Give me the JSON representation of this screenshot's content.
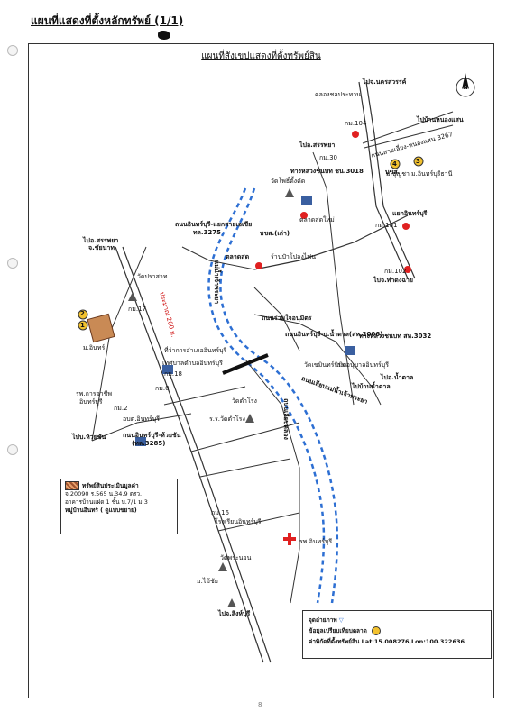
{
  "header": {
    "title": "แผนที่แสดงที่ตั้งหลักทรัพย์ (1/1)",
    "map_title": "แผนที่สังเขปแสดงที่ตั้งทรัพย์สิน"
  },
  "labels": {
    "nakhon_sawan": "ไปจ.นครสวรรค์",
    "khlong_chon": "คลองชลประทาน",
    "km104": "กม.104",
    "ban_nong_saen": "ไปบ้านหนองแสน",
    "road_3267": "ถนนสายเลี่ยง-หนองแสน 3267",
    "sapphaya": "ไปอ.สรรพยา",
    "km30": "กม.30",
    "hwy3018": "ทางหลวงชนบท ชน.3018",
    "bhs": "บขส.",
    "wat_pho_thang_khat": "วัดโพธิ์ตั้งคัด",
    "talad_sod_top": "ตลาดสดใหม่",
    "cross_road": "แยกอินทร์บุรี",
    "km101": "กม.101",
    "road_inburi_phaisan": "ถนนอินทร์บุรี-แยกสายเอเชีย",
    "thl3275": "ทล.3275",
    "bhs_old": "บขส.(เก่า)",
    "talad_sod": "ตลาดสด",
    "shop_plong": "ร้านป๋าโปลงไฟน",
    "sapphaya_chainat_1": "ไปอ.สรรพยา",
    "sapphaya_chainat_2": "จ.ชัยนาท",
    "wat_prasat": "วัดปราสาท",
    "km17": "กม.17",
    "km102": "กม.102",
    "tha_tum": "ไปจ.ท่าดงฉาย",
    "chao_phraya": "แม่น้ำเจ้าพระยา",
    "road_ruam_jai": "ถนนร่วมใจอนุมิตร",
    "road_inburi_bannamtan": "ถนนอินทร์บุรี-บ.น้ำตาล(สห.2006)",
    "hwy3032": "ทางหลวงชนบท สห.3032",
    "approx": "ประมาณ 200 ม.",
    "plot_1": "1",
    "plot_2": "2",
    "m_inburi": "ม.อินทร์",
    "amphoe": "ที่ว่าการอำเภออินทร์บุรี",
    "wat_inburi": "วัดเขมินทร์นิมิต",
    "hospital_ss": "รร.อนุบาลอินทร์บุรี",
    "municipal": "เทศบาลตำบลอินทร์บุรี",
    "km18": "กม.18",
    "road_lieng": "ถนนเลียบแม่น้ำเจ้าพระยา",
    "ban_nam_tan": "ไปบ้านน้ำตาล",
    "nam_tan_2": "ไปอ.น้ำตาล",
    "km0": "กม.0",
    "bank_1": "รพ.การอาชีพ",
    "bank_2": "อินทร์บุรี",
    "km2": "กม.2",
    "school_inburi": "อบต.อินทร์บุรี",
    "wat_tam_rong": "วัดตำโรง",
    "rr_wat": "ร.ร.วัดตำโรง",
    "road_local": "ถนนเลียบคลอง",
    "road_inburi_huai": "ถนนอินทร์บุรี-ห้วยชัน",
    "thl3285": "(ทล.3285)",
    "huai_chan": "ไปบ.ห้วยชัน",
    "km16": "กม.16",
    "rr_inburi": "โรงเรียนอินทร์บุรี",
    "hospital": "รพ.อินทร์บุรี",
    "wat_phra_non": "วัดพระนอน",
    "m_mai_chai": "ม.ไม้ชัย",
    "sing_buri": "ไปจ.สิงห์บุรี",
    "m_buncha": "ม.บุญชา",
    "m_inburi_thani": "ม.อินทร์บุรีธานี",
    "p3": "3",
    "p4": "4",
    "north": "N"
  },
  "legend": {
    "title": "ทรัพย์สินประเมินมูลค่า",
    "line1": "จ.20090 ร.565 น.34.9 ตรว.",
    "line2": "อาคารบ้านแฝด 1 ชั้น บ.7/1 ม.3",
    "line3": "หมู่บ้านอินทร์ ( ดูแบบขยาย)"
  },
  "info": {
    "photo_point": "จุดถ่ายภาพ",
    "compare_data": "ข้อมูลเปรียบเทียบตลาด",
    "coords": "ค่าพิกัดที่ตั้งทรัพย์สิน Lat:15.008276,Lon:100.322636"
  },
  "colors": {
    "river": "#2d6fd3",
    "road": "#333333",
    "property": "#a0522d",
    "comparable": "#f2c12e",
    "hospital": "#e02020"
  }
}
